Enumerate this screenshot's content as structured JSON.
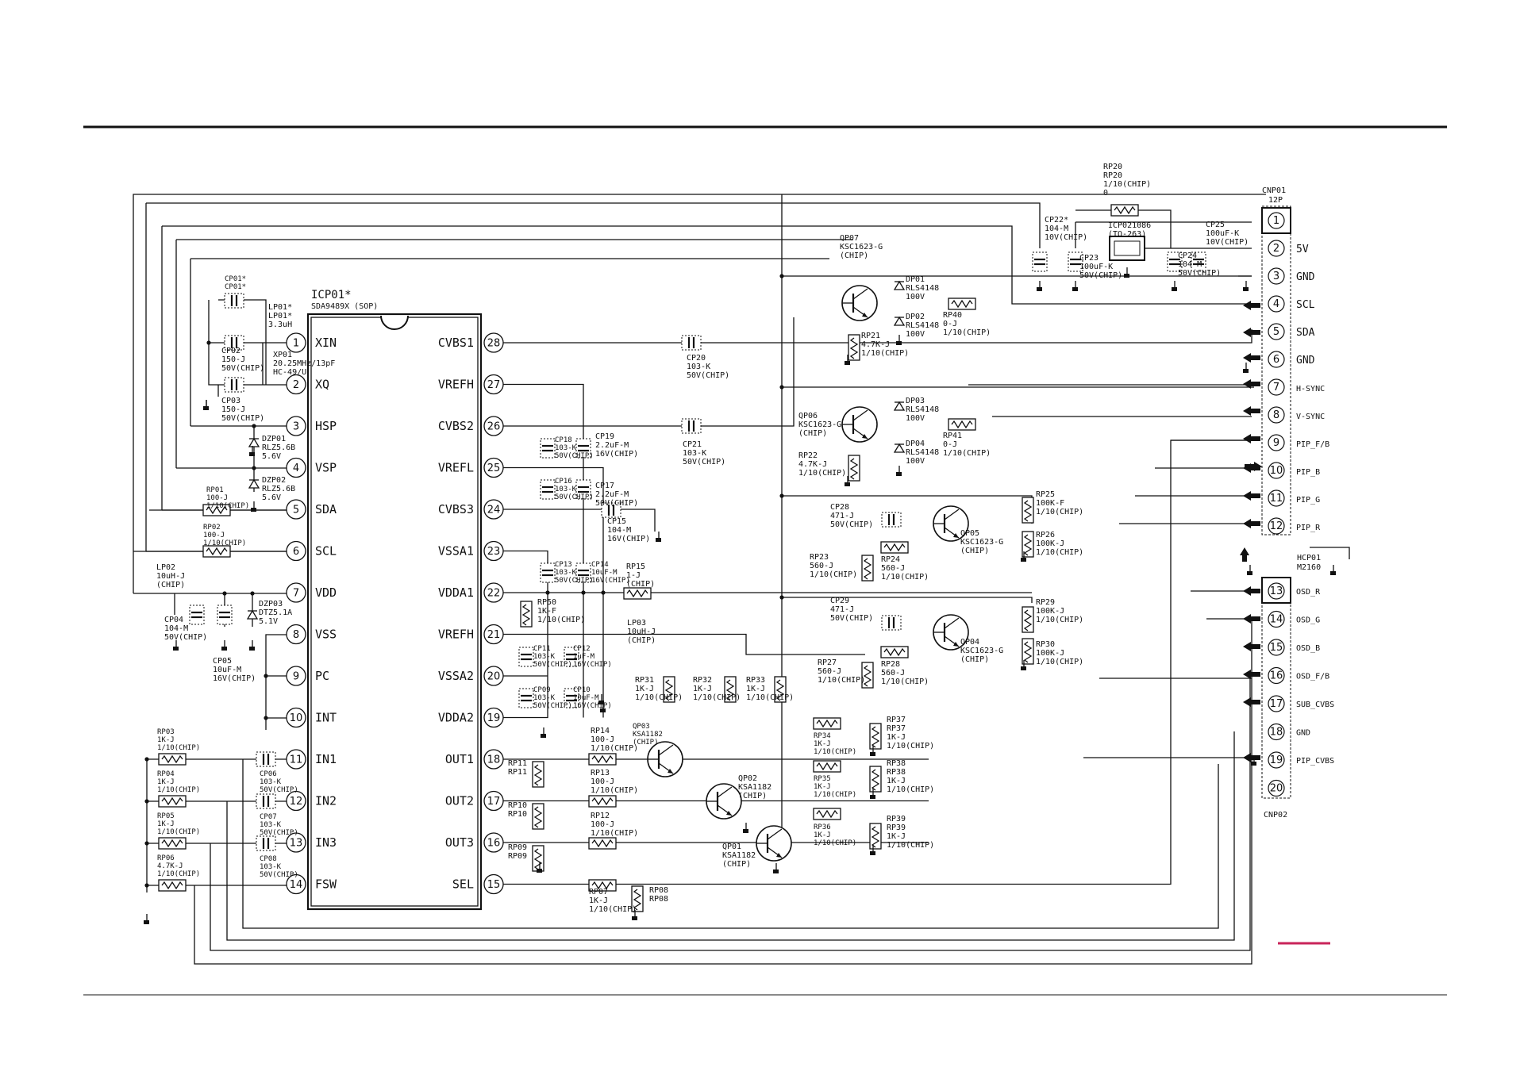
{
  "ic": {
    "ref": "ICP01*",
    "part": "SDA9489X (SOP)",
    "left_pins": [
      {
        "num": "1",
        "name": "XIN"
      },
      {
        "num": "2",
        "name": "XQ"
      },
      {
        "num": "3",
        "name": "HSP"
      },
      {
        "num": "4",
        "name": "VSP"
      },
      {
        "num": "5",
        "name": "SDA"
      },
      {
        "num": "6",
        "name": "SCL"
      },
      {
        "num": "7",
        "name": "VDD"
      },
      {
        "num": "8",
        "name": "VSS"
      },
      {
        "num": "9",
        "name": "PC"
      },
      {
        "num": "10",
        "name": "INT"
      },
      {
        "num": "11",
        "name": "IN1"
      },
      {
        "num": "12",
        "name": "IN2"
      },
      {
        "num": "13",
        "name": "IN3"
      },
      {
        "num": "14",
        "name": "FSW"
      }
    ],
    "right_pins": [
      {
        "num": "28",
        "name": "CVBS1"
      },
      {
        "num": "27",
        "name": "VREFH"
      },
      {
        "num": "26",
        "name": "CVBS2"
      },
      {
        "num": "25",
        "name": "VREFL"
      },
      {
        "num": "24",
        "name": "CVBS3"
      },
      {
        "num": "23",
        "name": "VSSA1"
      },
      {
        "num": "22",
        "name": "VDDA1"
      },
      {
        "num": "21",
        "name": "VREFH"
      },
      {
        "num": "20",
        "name": "VSSA2"
      },
      {
        "num": "19",
        "name": "VDDA2"
      },
      {
        "num": "18",
        "name": "OUT1"
      },
      {
        "num": "17",
        "name": "OUT2"
      },
      {
        "num": "16",
        "name": "OUT3"
      },
      {
        "num": "15",
        "name": "SEL"
      }
    ]
  },
  "connectors": {
    "cnp01": {
      "ref": "CNP01",
      "type": "12P",
      "pins": [
        {
          "num": "1",
          "name": ""
        },
        {
          "num": "2",
          "name": "5V"
        },
        {
          "num": "3",
          "name": "GND"
        },
        {
          "num": "4",
          "name": "SCL"
        },
        {
          "num": "5",
          "name": "SDA"
        },
        {
          "num": "6",
          "name": "GND"
        },
        {
          "num": "7",
          "name": "H-SYNC"
        },
        {
          "num": "8",
          "name": "V-SYNC"
        },
        {
          "num": "9",
          "name": "PIP_F/B"
        },
        {
          "num": "10",
          "name": "PIP_B"
        },
        {
          "num": "11",
          "name": "PIP_G"
        },
        {
          "num": "12",
          "name": "PIP_R"
        }
      ]
    },
    "cnp02": {
      "ref": "CNP02",
      "pins": [
        {
          "num": "13",
          "name": "OSD_R"
        },
        {
          "num": "14",
          "name": "OSD_G"
        },
        {
          "num": "15",
          "name": "OSD_B"
        },
        {
          "num": "16",
          "name": "OSD_F/B"
        },
        {
          "num": "17",
          "name": "SUB_CVBS"
        },
        {
          "num": "18",
          "name": "GND"
        },
        {
          "num": "19",
          "name": "PIP_CVBS"
        },
        {
          "num": "20",
          "name": ""
        }
      ]
    },
    "hcp01": [
      "HCP01",
      "M2160"
    ]
  },
  "labels": [
    {
      "id": "cp01",
      "lines": [
        "CP01*",
        "CP01*"
      ]
    },
    {
      "id": "lp01",
      "lines": [
        "LP01*",
        "LP01*",
        "3.3uH"
      ]
    },
    {
      "id": "xp01",
      "lines": [
        "XP01",
        "20.25MHz/13pF",
        "HC-49/U"
      ]
    },
    {
      "id": "cp02",
      "lines": [
        "CP02",
        "150-J",
        "50V(CHIP)"
      ]
    },
    {
      "id": "cp03",
      "lines": [
        "CP03",
        "150-J",
        "50V(CHIP)"
      ]
    },
    {
      "id": "dzp01",
      "lines": [
        "DZP01",
        "RLZ5.6B",
        "5.6V"
      ]
    },
    {
      "id": "dzp02",
      "lines": [
        "DZP02",
        "RLZ5.6B",
        "5.6V"
      ]
    },
    {
      "id": "rp01",
      "lines": [
        "RP01",
        "100-J",
        "1/10(CHIP)"
      ]
    },
    {
      "id": "rp02",
      "lines": [
        "RP02",
        "100-J",
        "1/10(CHIP)"
      ]
    },
    {
      "id": "lp02",
      "lines": [
        "LP02",
        "10uH-J",
        "(CHIP)"
      ]
    },
    {
      "id": "cp04",
      "lines": [
        "CP04",
        "104-M",
        "50V(CHIP)"
      ]
    },
    {
      "id": "dzp03",
      "lines": [
        "DZP03",
        "DTZ5.1A",
        "5.1V"
      ]
    },
    {
      "id": "cp05",
      "lines": [
        "CP05",
        "10uF-M",
        "16V(CHIP)"
      ]
    },
    {
      "id": "rp03",
      "lines": [
        "RP03",
        "1K-J",
        "1/10(CHIP)"
      ]
    },
    {
      "id": "rp04",
      "lines": [
        "RP04",
        "1K-J",
        "1/10(CHIP)"
      ]
    },
    {
      "id": "rp05",
      "lines": [
        "RP05",
        "1K-J",
        "1/10(CHIP)"
      ]
    },
    {
      "id": "rp06",
      "lines": [
        "RP06",
        "4.7K-J",
        "1/10(CHIP)"
      ]
    },
    {
      "id": "cp06",
      "lines": [
        "CP06",
        "103-K",
        "50V(CHIP)"
      ]
    },
    {
      "id": "cp07",
      "lines": [
        "CP07",
        "103-K",
        "50V(CHIP)"
      ]
    },
    {
      "id": "cp08",
      "lines": [
        "CP08",
        "103-K",
        "50V(CHIP)"
      ]
    },
    {
      "id": "cp20",
      "lines": [
        "CP20",
        "103-K",
        "50V(CHIP)"
      ]
    },
    {
      "id": "cp21",
      "lines": [
        "CP21",
        "103-K",
        "50V(CHIP)"
      ]
    },
    {
      "id": "cp18",
      "lines": [
        "CP18",
        "103-K",
        "50V(CHIP)"
      ]
    },
    {
      "id": "cp19",
      "lines": [
        "CP19",
        "2.2uF-M",
        "16V(CHIP)"
      ]
    },
    {
      "id": "cp16",
      "lines": [
        "CP16",
        "103-K",
        "50V(CHIP)"
      ]
    },
    {
      "id": "cp17",
      "lines": [
        "CP17",
        "2.2uF-M",
        "50V(CHIP)"
      ]
    },
    {
      "id": "cp15",
      "lines": [
        "CP15",
        "104-M",
        "16V(CHIP)"
      ]
    },
    {
      "id": "cp13",
      "lines": [
        "CP13",
        "103-K",
        "50V(CHIP)"
      ]
    },
    {
      "id": "cp14",
      "lines": [
        "CP14",
        "10uF-M",
        "16V(CHIP)"
      ]
    },
    {
      "id": "rp15",
      "lines": [
        "RP15",
        "1-J",
        "(CHIP)"
      ]
    },
    {
      "id": "rp50",
      "lines": [
        "RP50",
        "1K-F",
        "1/10(CHIP)"
      ]
    },
    {
      "id": "lp03",
      "lines": [
        "LP03",
        "10uH-J",
        "(CHIP)"
      ]
    },
    {
      "id": "cp11",
      "lines": [
        "CP11",
        "103-K",
        "50V(CHIP)"
      ]
    },
    {
      "id": "cp12",
      "lines": [
        "CP12",
        "1uF-M",
        "16V(CHIP)"
      ]
    },
    {
      "id": "cp09",
      "lines": [
        "CP09",
        "103-K",
        "50V(CHIP)"
      ]
    },
    {
      "id": "cp10",
      "lines": [
        "CP10",
        "10uF-M",
        "16V(CHIP)"
      ]
    },
    {
      "id": "rp11",
      "lines": [
        "RP11",
        "RP11"
      ]
    },
    {
      "id": "rp10",
      "lines": [
        "RP10",
        "RP10"
      ]
    },
    {
      "id": "rp09",
      "lines": [
        "RP09",
        "RP09"
      ]
    },
    {
      "id": "rp14",
      "lines": [
        "RP14",
        "100-J",
        "1/10(CHIP)"
      ]
    },
    {
      "id": "rp13",
      "lines": [
        "RP13",
        "100-J",
        "1/10(CHIP)"
      ]
    },
    {
      "id": "rp12",
      "lines": [
        "RP12",
        "100-J",
        "1/10(CHIP)"
      ]
    },
    {
      "id": "rp07",
      "lines": [
        "RP07",
        "1K-J",
        "1/10(CHIP)"
      ]
    },
    {
      "id": "rp08",
      "lines": [
        "RP08",
        "RP08"
      ]
    },
    {
      "id": "rp31",
      "lines": [
        "RP31",
        "1K-J",
        "1/10(CHIP)"
      ]
    },
    {
      "id": "rp32",
      "lines": [
        "RP32",
        "1K-J",
        "1/10(CHIP)"
      ]
    },
    {
      "id": "rp33",
      "lines": [
        "RP33",
        "1K-J",
        "1/10(CHIP)"
      ]
    },
    {
      "id": "qp03",
      "lines": [
        "QP03",
        "KSA1182",
        "(CHIP)"
      ]
    },
    {
      "id": "qp02",
      "lines": [
        "QP02",
        "KSA1182",
        "(CHIP)"
      ]
    },
    {
      "id": "qp01",
      "lines": [
        "QP01",
        "KSA1182",
        "(CHIP)"
      ]
    },
    {
      "id": "rp34",
      "lines": [
        "RP34",
        "1K-J",
        "1/10(CHIP)"
      ]
    },
    {
      "id": "rp35",
      "lines": [
        "RP35",
        "1K-J",
        "1/10(CHIP)"
      ]
    },
    {
      "id": "rp36",
      "lines": [
        "RP36",
        "1K-J",
        "1/10(CHIP)"
      ]
    },
    {
      "id": "rp37",
      "lines": [
        "RP37",
        "RP37",
        "1K-J",
        "1/10(CHIP)"
      ]
    },
    {
      "id": "rp38",
      "lines": [
        "RP38",
        "RP38",
        "1K-J",
        "1/10(CHIP)"
      ]
    },
    {
      "id": "rp39",
      "lines": [
        "RP39",
        "RP39",
        "1K-J",
        "1/10(CHIP)"
      ]
    },
    {
      "id": "qp07",
      "lines": [
        "QP07",
        "KSC1623-G",
        "(CHIP)"
      ]
    },
    {
      "id": "dp01",
      "lines": [
        "DP01",
        "RLS4148",
        "100V"
      ]
    },
    {
      "id": "dp02",
      "lines": [
        "DP02",
        "RLS4148",
        "100V"
      ]
    },
    {
      "id": "rp40",
      "lines": [
        "RP40",
        "0-J",
        "1/10(CHIP)"
      ]
    },
    {
      "id": "rp21",
      "lines": [
        "RP21",
        "4.7K-J",
        "1/10(CHIP)"
      ]
    },
    {
      "id": "qp06",
      "lines": [
        "QP06",
        "KSC1623-G",
        "(CHIP)"
      ]
    },
    {
      "id": "dp03",
      "lines": [
        "DP03",
        "RLS4148",
        "100V"
      ]
    },
    {
      "id": "dp04",
      "lines": [
        "DP04",
        "RLS4148",
        "100V"
      ]
    },
    {
      "id": "rp41",
      "lines": [
        "RP41",
        "0-J",
        "1/10(CHIP)"
      ]
    },
    {
      "id": "rp22",
      "lines": [
        "RP22",
        "4.7K-J",
        "1/10(CHIP)"
      ]
    },
    {
      "id": "cp28",
      "lines": [
        "CP28",
        "471-J",
        "50V(CHIP)"
      ]
    },
    {
      "id": "qp05",
      "lines": [
        "QP05",
        "KSC1623-G",
        "(CHIP)"
      ]
    },
    {
      "id": "rp25",
      "lines": [
        "RP25",
        "100K-F",
        "1/10(CHIP)"
      ]
    },
    {
      "id": "rp26",
      "lines": [
        "RP26",
        "100K-J",
        "1/10(CHIP)"
      ]
    },
    {
      "id": "rp23",
      "lines": [
        "RP23",
        "560-J",
        "1/10(CHIP)"
      ]
    },
    {
      "id": "rp24",
      "lines": [
        "RP24",
        "560-J",
        "1/10(CHIP)"
      ]
    },
    {
      "id": "cp29",
      "lines": [
        "CP29",
        "471-J",
        "50V(CHIP)"
      ]
    },
    {
      "id": "qp04",
      "lines": [
        "QP04",
        "KSC1623-G",
        "(CHIP)"
      ]
    },
    {
      "id": "rp29",
      "lines": [
        "RP29",
        "100K-J",
        "1/10(CHIP)"
      ]
    },
    {
      "id": "rp30",
      "lines": [
        "RP30",
        "100K-J",
        "1/10(CHIP)"
      ]
    },
    {
      "id": "rp27",
      "lines": [
        "RP27",
        "560-J",
        "1/10(CHIP)"
      ]
    },
    {
      "id": "rp28",
      "lines": [
        "RP28",
        "560-J",
        "1/10(CHIP)"
      ]
    },
    {
      "id": "rp20",
      "lines": [
        "RP20",
        "RP20",
        "1/10(CHIP)",
        "0"
      ]
    },
    {
      "id": "cp22",
      "lines": [
        "CP22*",
        "104-M",
        "10V(CHIP)"
      ]
    },
    {
      "id": "icp02",
      "lines": [
        "ICP021086",
        "(TO-263)"
      ]
    },
    {
      "id": "cp23",
      "lines": [
        "CP23",
        "100uF-K",
        "50V(CHIP)"
      ]
    },
    {
      "id": "cp24",
      "lines": [
        "CP24",
        "104-M",
        "50V(CHIP)"
      ]
    },
    {
      "id": "cp25",
      "lines": [
        "CP25",
        "100uF-K",
        "10V(CHIP)"
      ]
    }
  ]
}
